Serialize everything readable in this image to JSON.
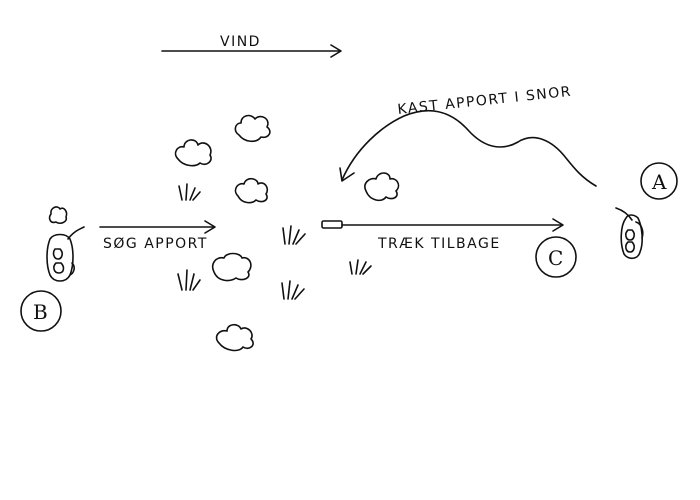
{
  "labels": {
    "wind": "VIND",
    "throw": "KAST APPORT I SNOR",
    "search": "SØG APPORT",
    "pull_back": "TRÆK TILBAGE"
  },
  "positions": {
    "a": "A",
    "b": "B",
    "c": "C"
  },
  "ink_color": "#111111",
  "background_color": "#ffffff"
}
